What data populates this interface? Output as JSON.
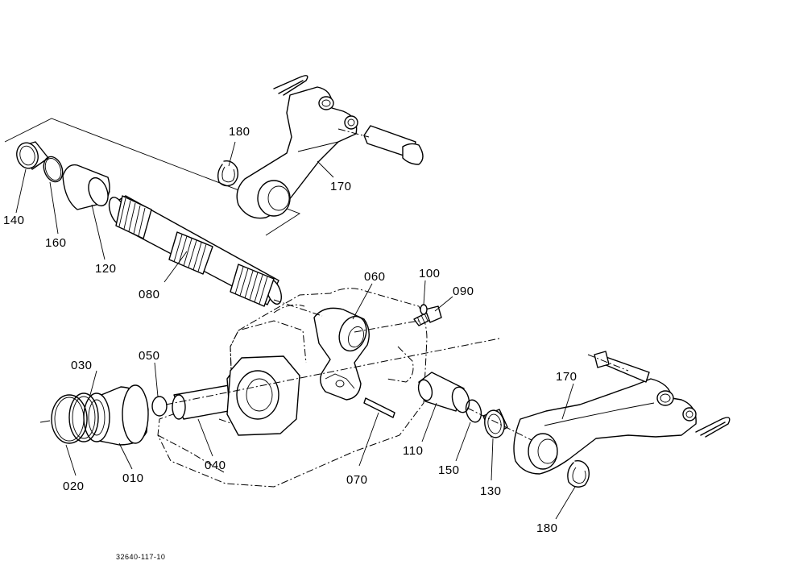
{
  "diagram": {
    "figure_code": "32640-117-10",
    "callouts": [
      {
        "id": "c180a",
        "text": "180"
      },
      {
        "id": "c170a",
        "text": "170"
      },
      {
        "id": "c140",
        "text": "140"
      },
      {
        "id": "c160",
        "text": "160"
      },
      {
        "id": "c120",
        "text": "120"
      },
      {
        "id": "c080",
        "text": "080"
      },
      {
        "id": "c060",
        "text": "060"
      },
      {
        "id": "c100",
        "text": "100"
      },
      {
        "id": "c090",
        "text": "090"
      },
      {
        "id": "c030",
        "text": "030"
      },
      {
        "id": "c050",
        "text": "050"
      },
      {
        "id": "c170b",
        "text": "170"
      },
      {
        "id": "c110",
        "text": "110"
      },
      {
        "id": "c040",
        "text": "040"
      },
      {
        "id": "c070",
        "text": "070"
      },
      {
        "id": "c150",
        "text": "150"
      },
      {
        "id": "c130",
        "text": "130"
      },
      {
        "id": "c020",
        "text": "020"
      },
      {
        "id": "c010",
        "text": "010"
      },
      {
        "id": "c180b",
        "text": "180"
      }
    ]
  }
}
